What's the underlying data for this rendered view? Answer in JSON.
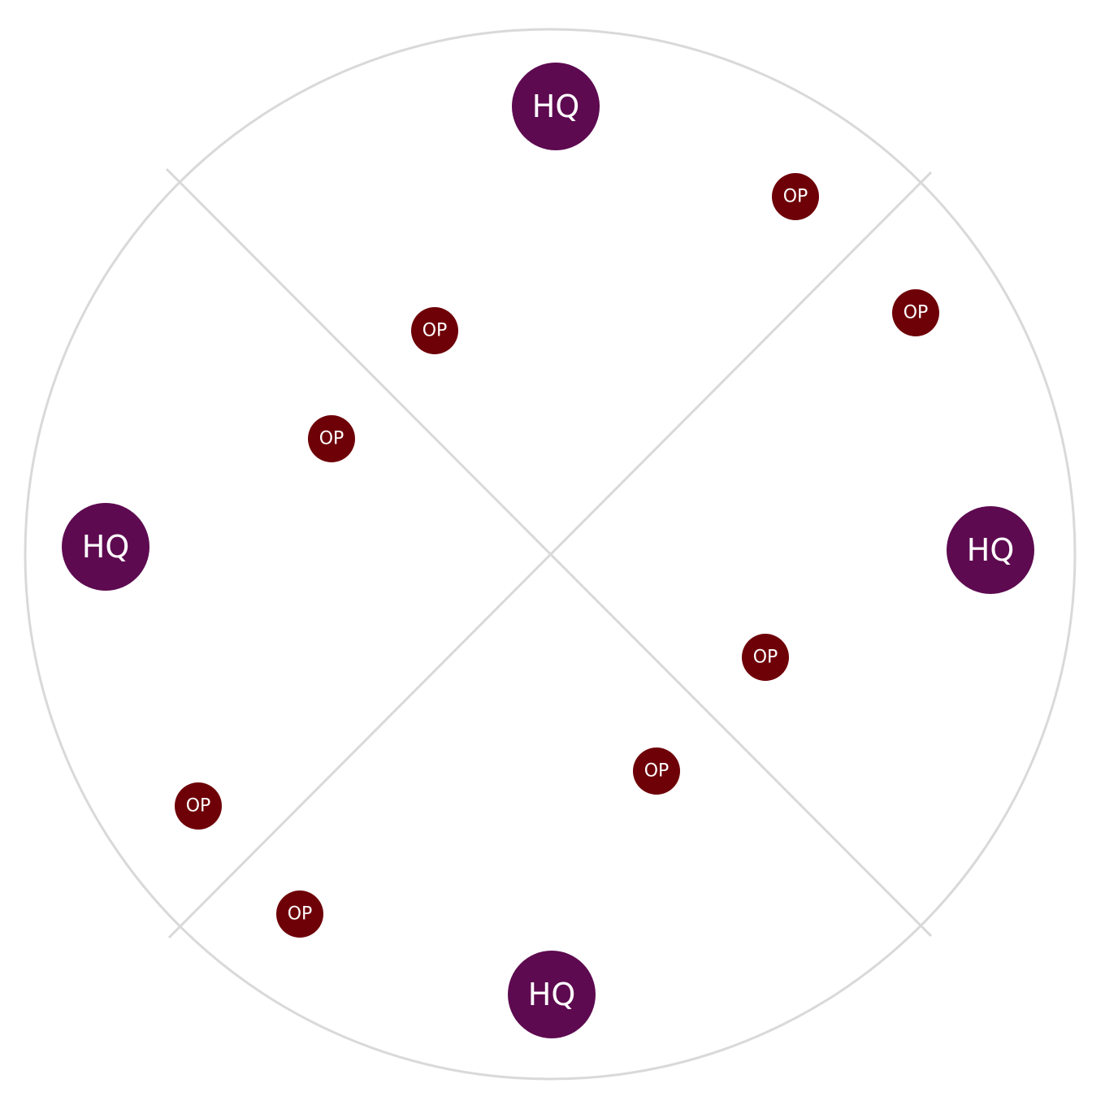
{
  "board": {
    "colors": {
      "hq": "#5d0a50",
      "op": "#6e0008",
      "line": "#d9d9d9"
    },
    "headquarters": [
      {
        "id": "hq-north",
        "label": "HQ"
      },
      {
        "id": "hq-east",
        "label": "HQ"
      },
      {
        "id": "hq-south",
        "label": "HQ"
      },
      {
        "id": "hq-west",
        "label": "HQ"
      }
    ],
    "outposts": [
      {
        "id": "op-1",
        "label": "OP"
      },
      {
        "id": "op-2",
        "label": "OP"
      },
      {
        "id": "op-3",
        "label": "OP"
      },
      {
        "id": "op-4",
        "label": "OP"
      },
      {
        "id": "op-5",
        "label": "OP"
      },
      {
        "id": "op-6",
        "label": "OP"
      },
      {
        "id": "op-7",
        "label": "OP"
      },
      {
        "id": "op-8",
        "label": "OP"
      }
    ]
  }
}
